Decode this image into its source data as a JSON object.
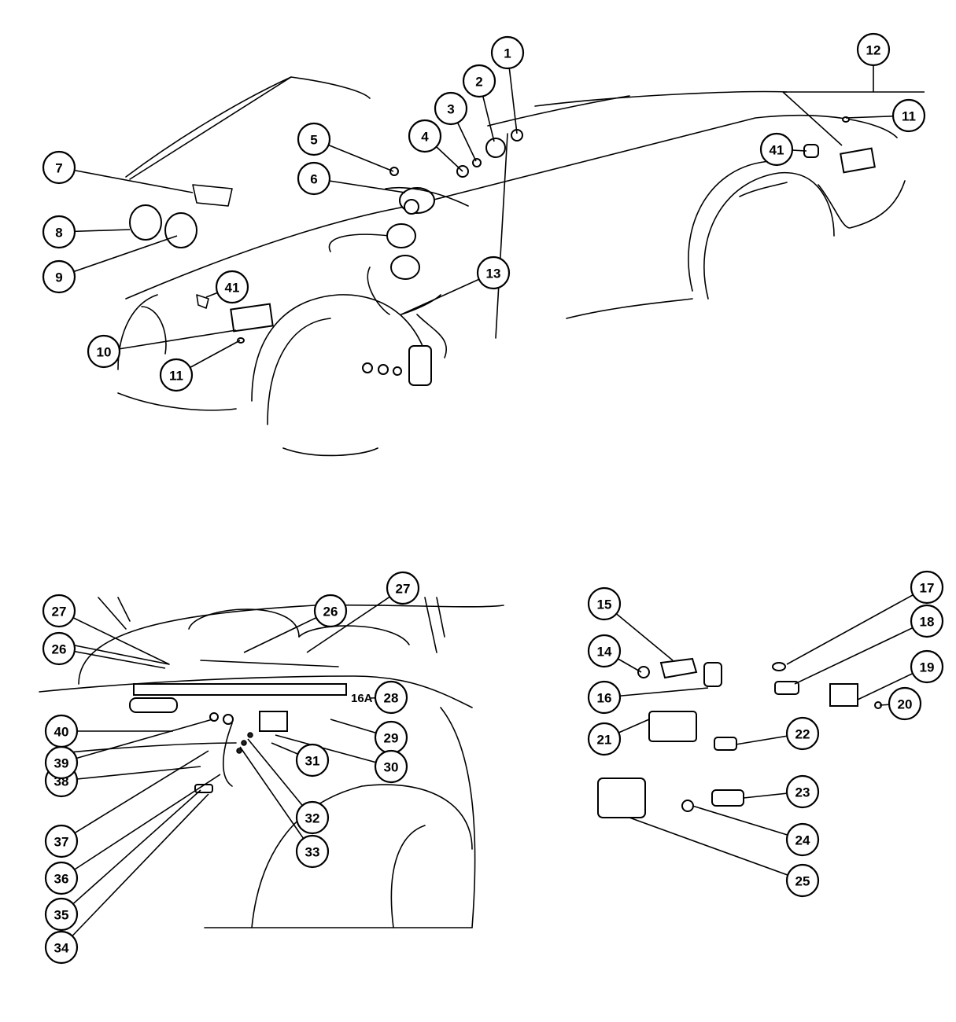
{
  "title": "Horns, lamps, wiper and electrical components exploded parts diagram",
  "callouts": [
    {
      "label": "1"
    },
    {
      "label": "2"
    },
    {
      "label": "3"
    },
    {
      "label": "4"
    },
    {
      "label": "5"
    },
    {
      "label": "6"
    },
    {
      "label": "7"
    },
    {
      "label": "8"
    },
    {
      "label": "9"
    },
    {
      "label": "41"
    },
    {
      "label": "10"
    },
    {
      "label": "11"
    },
    {
      "label": "13"
    },
    {
      "label": "12"
    },
    {
      "label": "11"
    },
    {
      "label": "41"
    },
    {
      "label": "27"
    },
    {
      "label": "26"
    },
    {
      "label": "26"
    },
    {
      "label": "27"
    },
    {
      "label": "28"
    },
    {
      "label": "29"
    },
    {
      "label": "30"
    },
    {
      "label": "31"
    },
    {
      "label": "32"
    },
    {
      "label": "33"
    },
    {
      "label": "34"
    },
    {
      "label": "35"
    },
    {
      "label": "36"
    },
    {
      "label": "37"
    },
    {
      "label": "38"
    },
    {
      "label": "39"
    },
    {
      "label": "40"
    },
    {
      "label": "15"
    },
    {
      "label": "14"
    },
    {
      "label": "16"
    },
    {
      "label": "17"
    },
    {
      "label": "18"
    },
    {
      "label": "19"
    },
    {
      "label": "20"
    },
    {
      "label": "21"
    },
    {
      "label": "22"
    },
    {
      "label": "23"
    },
    {
      "label": "24"
    },
    {
      "label": "25"
    }
  ],
  "inline_tags": {
    "part_16a": "16A"
  }
}
